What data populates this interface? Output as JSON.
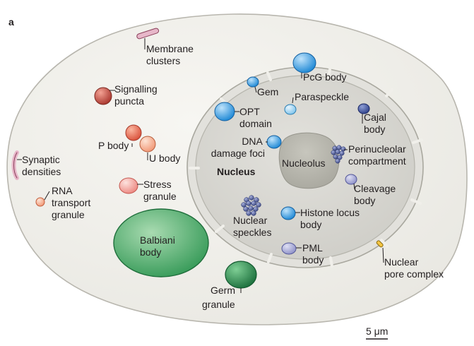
{
  "panel_letter": "a",
  "scale_bar": "5 μm",
  "nucleus": "Nucleus",
  "nucleolus": "Nucleolus",
  "labels": {
    "membrane_clusters": [
      "Membrane",
      "clusters"
    ],
    "signalling_puncta": [
      "Signalling",
      "puncta"
    ],
    "p_body": [
      "P body"
    ],
    "u_body": [
      "U body"
    ],
    "synaptic_densities": [
      "Synaptic",
      "densities"
    ],
    "stress_granule": [
      "Stress",
      "granule"
    ],
    "rna_transport_granule": [
      "RNA",
      "transport",
      "granule"
    ],
    "balbiani_body": [
      "Balbiani",
      "body"
    ],
    "germ_granule": [
      "Germ",
      "granule"
    ],
    "pcg_body": [
      "PcG body"
    ],
    "gem": [
      "Gem"
    ],
    "paraspeckle": [
      "Paraspeckle"
    ],
    "opt_domain": [
      "OPT",
      "domain"
    ],
    "cajal_body": [
      "Cajal",
      "body"
    ],
    "dna_damage_foci": [
      "DNA",
      "damage foci"
    ],
    "perinucleolar_compartment": [
      "Perinucleolar",
      "compartment"
    ],
    "cleavage_body": [
      "Cleavage",
      "body"
    ],
    "nuclear_speckles": [
      "Nuclear",
      "speckles"
    ],
    "histone_locus_body": [
      "Histone locus",
      "body"
    ],
    "pml_body": [
      "PML",
      "body"
    ],
    "nuclear_pore_complex": [
      "Nuclear",
      "pore complex"
    ]
  }
}
